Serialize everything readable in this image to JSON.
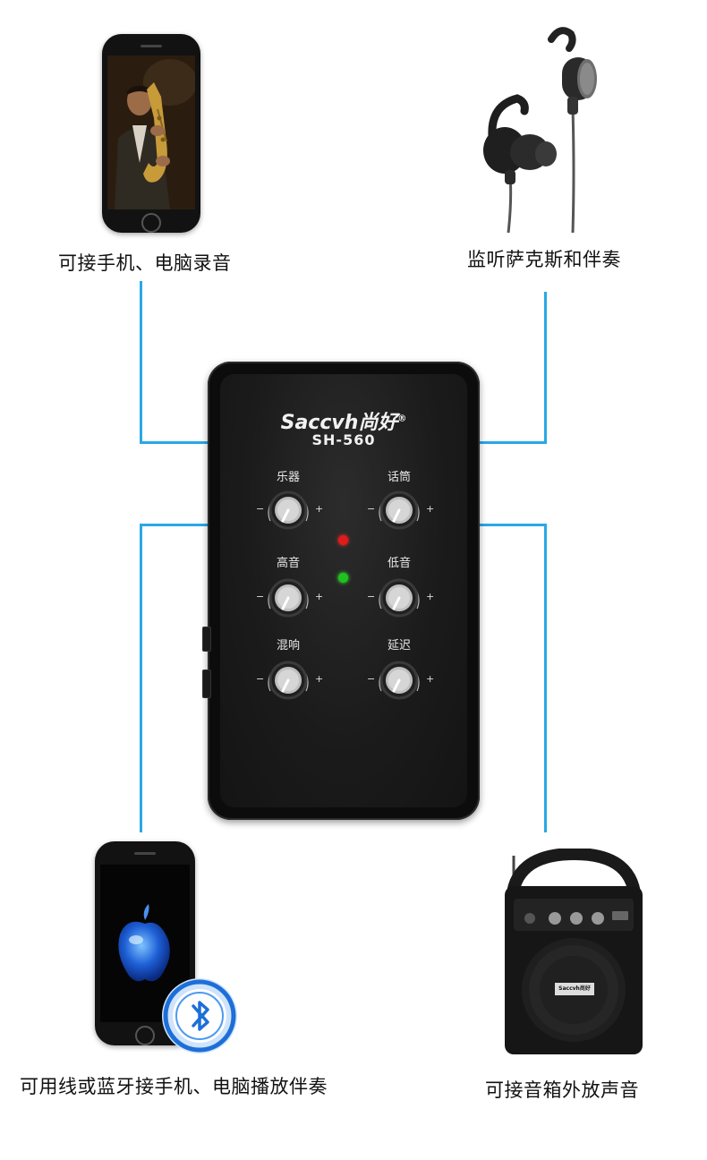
{
  "captions": {
    "top_left": "可接手机、电脑录音",
    "top_right": "监听萨克斯和伴奏",
    "bottom_left": "可用线或蓝牙接手机、电脑播放伴奏",
    "bottom_right": "可接音箱外放声音"
  },
  "device": {
    "brand": "Saccvh尚好",
    "registered_mark": "®",
    "model": "SH-560",
    "knobs": [
      {
        "label": "乐器"
      },
      {
        "label": "话筒"
      },
      {
        "label": "高音"
      },
      {
        "label": "低音"
      },
      {
        "label": "混响"
      },
      {
        "label": "延迟"
      }
    ],
    "knob_minus": "−",
    "knob_plus": "+",
    "led_colors": {
      "top": "#e01b1b",
      "bottom": "#1fc21f"
    }
  },
  "speaker": {
    "brand": "Saccvh尚好"
  },
  "colors": {
    "connector_line": "#29a8e6",
    "bluetooth_badge": "#1d6fd8"
  }
}
